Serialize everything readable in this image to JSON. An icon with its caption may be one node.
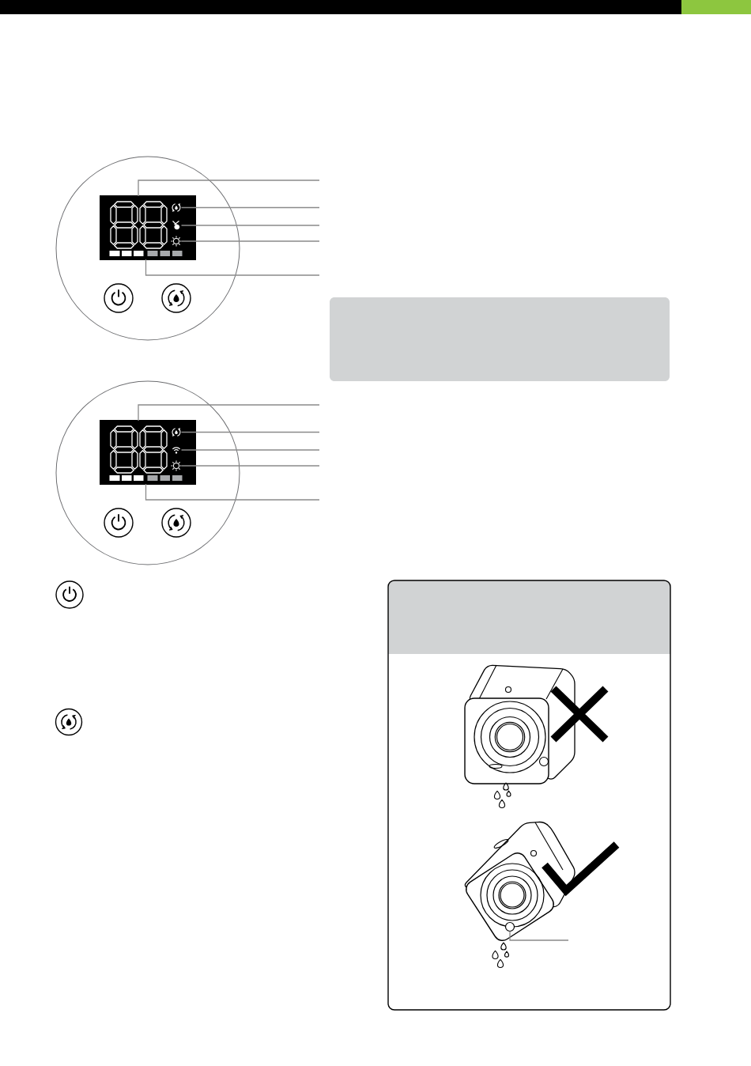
{
  "diagram": {
    "nodes": [
      {
        "text": [],
        "shape": "picture"
      },
      {
        "text": [],
        "shape": "picture"
      },
      {
        "text": [],
        "shape": "picture"
      },
      {
        "text": [],
        "shape": "picture"
      },
      {
        "text": [],
        "shape": "bar"
      },
      {
        "text": [],
        "shape": "box"
      },
      {
        "text": [],
        "shape": "picture"
      },
      {
        "text": [],
        "shape": "picture"
      },
      {
        "text": [],
        "shape": "picture"
      },
      {
        "text": [],
        "shape": "picture"
      },
      {
        "text": [],
        "shape": "bar"
      },
      {
        "text": [],
        "shape": "circle"
      }
    ],
    "edges": [
      {
        "from": null,
        "to": 0,
        "arrow": "none"
      },
      {
        "from": null,
        "to": 1,
        "arrow": "none"
      },
      {
        "from": null,
        "to": 2,
        "arrow": "none"
      },
      {
        "from": null,
        "to": 3,
        "arrow": "none"
      },
      {
        "from": null,
        "to": 4,
        "arrow": "none"
      },
      {
        "from": null,
        "to": 6,
        "arrow": "none"
      },
      {
        "from": null,
        "to": 7,
        "arrow": "none"
      },
      {
        "from": null,
        "to": 8,
        "arrow": "none"
      },
      {
        "from": null,
        "to": 9,
        "arrow": "none"
      },
      {
        "from": null,
        "to": 10,
        "arrow": "none"
      },
      {
        "from": null,
        "to": 11,
        "arrow": "none"
      }
    ]
  }
}
